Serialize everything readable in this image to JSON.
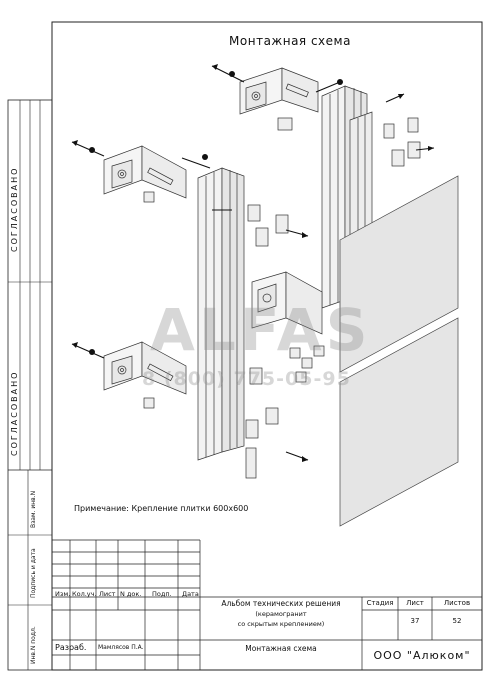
{
  "drawing": {
    "title": "Монтажная схема",
    "note": "Примечание: Крепление плитки 600х600",
    "watermark": "ALFAS",
    "watermark_phone": "8 (800) 775-05-95"
  },
  "side_stamps": {
    "agreed_1": "СОГЛАСОВАНО",
    "agreed_2": "СОГЛАСОВАНО",
    "inv_replaced": "Взам. инв.N",
    "sign_date": "Подпись и дата",
    "inv_orig": "Инв.N подл."
  },
  "title_block": {
    "col_izm": "Изм.",
    "col_kol": "Кол.уч.",
    "col_list": "Лист",
    "col_ndoc": "N док.",
    "col_podp": "Подп.",
    "col_data": "Дата",
    "album": "Альбом технических решения",
    "album_sub1": "(керамогранит",
    "album_sub2": "со скрытым креплением)",
    "stage_h": "Стадия",
    "sheet_h": "Лист",
    "sheets_h": "Листов",
    "sheet_no": "37",
    "sheets_total": "52",
    "developed_label": "Разраб.",
    "developer": "Мамлясов П.А.",
    "sheet_name": "Монтажная схема",
    "company": "ООО \"Алюком\""
  }
}
